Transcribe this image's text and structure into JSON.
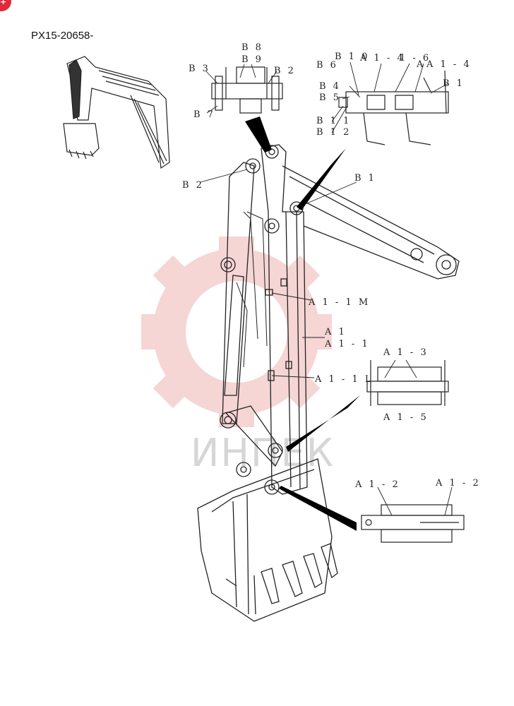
{
  "header": {
    "code": "PX15-20658-"
  },
  "badge": {
    "glyph": "+"
  },
  "watermark": {
    "text": "ИНПЕК",
    "gear_color": "#f0b4b4"
  },
  "callouts": {
    "b8": "B 8",
    "b9": "B 9",
    "b3": "B 3",
    "b2_top": "B 2",
    "b7": "B 7",
    "b10": "B 1 0",
    "a1_4_a": "A 1 - 4",
    "a1_6": "1 - 6",
    "a1_4_b": "A 1 - 4",
    "a_left": "A",
    "b6": "B 6",
    "b4": "B 4",
    "b5": "B 5",
    "b11": "B 1 1",
    "b12": "B 1 2",
    "b1_right": "B 1",
    "b2_main": "B 2",
    "b1_main": "B 1",
    "a1_1m": "A 1 - 1 M",
    "a1": "A 1",
    "a1_1": "A 1 - 1",
    "a1_3": "A 1 - 3",
    "a1_1l": "A 1 - 1 L",
    "a1_5": "A 1 - 5",
    "a1_2_left": "A 1 - 2",
    "a1_2_right": "A 1 - 2"
  }
}
